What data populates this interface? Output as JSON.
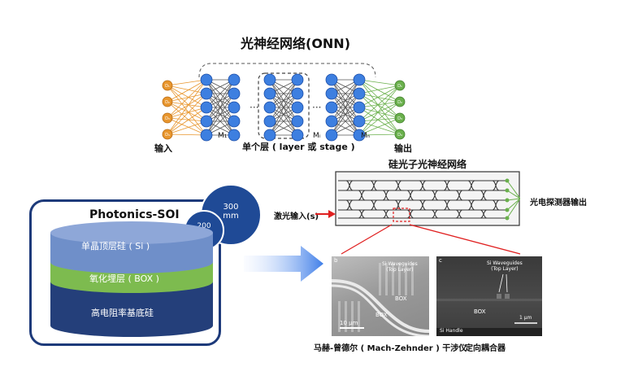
{
  "onn": {
    "title": "光神经网络(ONN)",
    "input_label": "输入",
    "output_label": "输出",
    "single_layer_label": "单个层 ( layer 或 stage )",
    "m1_label": "M₁",
    "mi_label": "Mᵢ",
    "mn_label": "Mₙ",
    "ellipsis": "···",
    "input_nodes": [
      "D₁",
      "D₂",
      "D₃",
      "D₄"
    ],
    "output_nodes": [
      "D₁",
      "D₂",
      "D₃",
      "D₄"
    ],
    "colors": {
      "input": "#e8962e",
      "hidden": "#3d7fe0",
      "output": "#6ab04c"
    }
  },
  "photonics": {
    "title": "Photonics-SOI",
    "wafer_300": "300\nmm",
    "wafer_200": "200\nmm",
    "layers": {
      "top": "单晶顶层硅 ( Si )",
      "box": "氧化埋层 ( BOX )",
      "substrate": "高电阻率基底硅"
    }
  },
  "chip": {
    "title": "硅光子光神经网络",
    "laser_input": "激光输入(s)",
    "detector_output": "光电探测器输出"
  },
  "sem_left": {
    "panel_letter": "b",
    "waveguides": "Si Waveguides\n(Top Layer)",
    "box1": "BOX",
    "box2": "BOX",
    "scale": "10 μm",
    "caption": "马赫-曾德尔 ( Mach-Zehnder ) 干涉仪"
  },
  "sem_right": {
    "panel_letter": "c",
    "waveguides": "Si Waveguides\n(Top Layer)",
    "box": "BOX",
    "handle": "Si Handle",
    "scale": "1 μm",
    "caption": "定向耦合器"
  }
}
